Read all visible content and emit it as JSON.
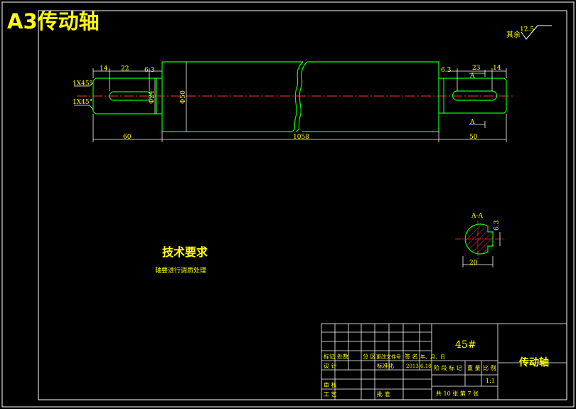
{
  "sheet": {
    "tag": "A3传动轴"
  },
  "roughness": {
    "prefix": "其余",
    "value": "12.5"
  },
  "dims": {
    "left_keyway_len": "14",
    "left_keyway_width": "22",
    "left_roughness": "6.3",
    "chamfer1": "1X45°",
    "chamfer2": "1X45°",
    "left_dia": "Φ24",
    "body_dia": "Φ50",
    "left_len": "60",
    "body_len": "1058",
    "right_roughness": "6.3",
    "right_keyway_width": "23",
    "right_keyway_len": "14",
    "right_len": "50",
    "sec_label": "A",
    "sec_label2": "A"
  },
  "section": {
    "title": "A-A",
    "depth": "6.3",
    "width": "20"
  },
  "notes": {
    "title": "技术要求",
    "line1": "轴要进行调质处理"
  },
  "titleblock": {
    "material": "45#",
    "part_name": "传动轴",
    "h_mark": "标记",
    "h_count": "处数",
    "h_zone": "分 区",
    "h_doc": "更改文件号",
    "h_sign": "签 名",
    "h_date": "年、月、日",
    "designer": "设 计",
    "std": "标准化",
    "date_val": "2013.6.18",
    "stage": "阶 段 标 记",
    "weight": "重 量",
    "scale": "比 例",
    "scale_val": "1:1",
    "review": "审 核",
    "process": "工 艺",
    "approve": "批 准",
    "sheets": "共 10 张  第 7 张"
  }
}
